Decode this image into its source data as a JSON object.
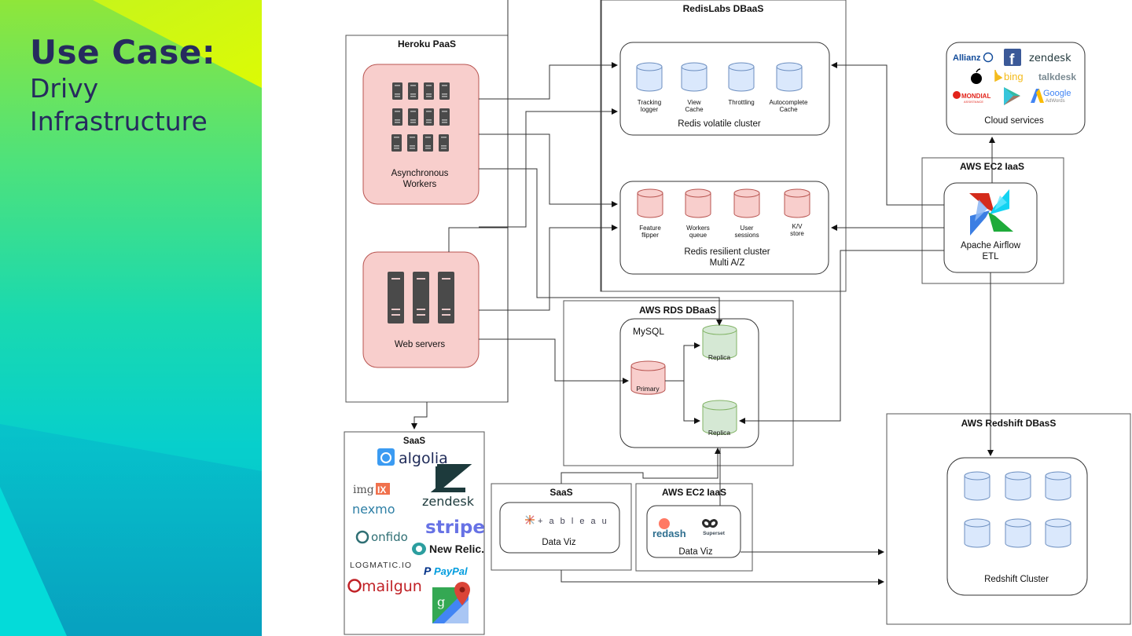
{
  "slide": {
    "title_bold": "Use Case:",
    "subtitle_line1": "Drivy",
    "subtitle_line2": "Infrastructure"
  },
  "colors": {
    "gradient_top": "#8fe63a",
    "gradient_mid": "#19d9b0",
    "gradient_bottom": "#04b8cf",
    "corner_yellow": "#d8f80a",
    "title_color": "#262b5e",
    "worker_fill": "#f8cecc",
    "redis_volatile_fill": "#dae8fc",
    "redis_resilient_fill": "#f8cecc",
    "replica_fill": "#d5e8d4"
  },
  "diagram": {
    "heroku": {
      "title": "Heroku PaaS",
      "async_workers": "Asynchronous\nWorkers",
      "async_workers_l1": "Asynchronous",
      "async_workers_l2": "Workers",
      "web_servers": "Web servers"
    },
    "redislabs": {
      "title": "RedisLabs DBaaS",
      "volatile": {
        "label": "Redis volatile cluster",
        "dbs": [
          {
            "l1": "Tracking",
            "l2": "logger"
          },
          {
            "l1": "View",
            "l2": "Cache"
          },
          {
            "l1": "Throttling",
            "l2": ""
          },
          {
            "l1": "Autocomplete",
            "l2": "Cache"
          }
        ]
      },
      "resilient": {
        "label_l1": "Redis resilient cluster",
        "label_l2": "Multi A/Z",
        "dbs": [
          {
            "l1": "Feature",
            "l2": "flipper"
          },
          {
            "l1": "Workers",
            "l2": "queue"
          },
          {
            "l1": "User",
            "l2": "sessions"
          },
          {
            "l1": "K/V",
            "l2": "store"
          }
        ]
      }
    },
    "cloud_services": {
      "label": "Cloud services",
      "logos": [
        "Allianz",
        "Facebook",
        "zendesk",
        "Apple",
        "bing",
        "talkdesk",
        "MONDIAL ASSISTANCE",
        "Google Play",
        "Google AdWords"
      ]
    },
    "airflow": {
      "container_title": "AWS EC2 IaaS",
      "label_l1": "Apache Airflow",
      "label_l2": "ETL"
    },
    "rds": {
      "title": "AWS RDS DBaaS",
      "engine": "MySQL",
      "primary": "Primary",
      "replica1": "Replica",
      "replica2": "Replica"
    },
    "saas_bottom": {
      "title": "SaaS",
      "logos": [
        "algolia",
        "zendesk",
        "imgIX",
        "nexmo",
        "stripe",
        "onfido",
        "New Relic.",
        "LOGMATIC.IO",
        "PayPal",
        "mailgun",
        "Google Maps"
      ]
    },
    "saas_dataviz": {
      "title": "SaaS",
      "logo": "+ a b l e a u",
      "label": "Data Viz"
    },
    "ec2_dataviz": {
      "title": "AWS EC2 IaaS",
      "logo_redash": "redash",
      "logo_superset": "Superset",
      "label": "Data Viz"
    },
    "redshift": {
      "title": "AWS Redshift DBasS",
      "label": "Redshift Cluster"
    }
  }
}
